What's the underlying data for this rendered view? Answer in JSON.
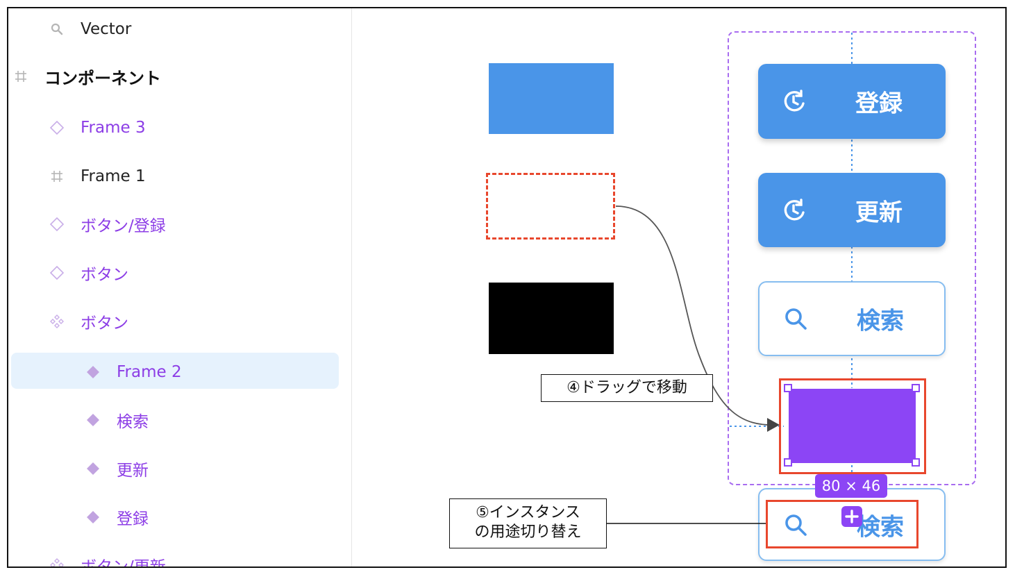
{
  "layers": {
    "items": [
      {
        "label": "Vector",
        "icon": "search-icon"
      },
      {
        "label": "コンポーネント",
        "icon": "frame-grid-icon"
      },
      {
        "label": "Frame 3",
        "icon": "component-outline-icon"
      },
      {
        "label": "Frame 1",
        "icon": "frame-grid-icon"
      },
      {
        "label": "ボタン/登録",
        "icon": "component-outline-icon"
      },
      {
        "label": "ボタン",
        "icon": "component-outline-icon"
      },
      {
        "label": "ボタン",
        "icon": "component-set-icon"
      },
      {
        "label": "Frame 2",
        "icon": "component-filled-icon"
      },
      {
        "label": "検索",
        "icon": "component-filled-icon"
      },
      {
        "label": "更新",
        "icon": "component-filled-icon"
      },
      {
        "label": "登録",
        "icon": "component-filled-icon"
      },
      {
        "label": "ボタン/更新",
        "icon": "component-set-icon"
      }
    ],
    "selected_index": 7
  },
  "canvas": {
    "buttons": [
      {
        "label": "登録",
        "icon": "refresh-clock-icon",
        "style": "filled"
      },
      {
        "label": "更新",
        "icon": "refresh-clock-icon",
        "style": "filled"
      },
      {
        "label": "検索",
        "icon": "search-icon",
        "style": "outline"
      },
      {
        "label": "検索",
        "icon": "search-icon",
        "style": "outline"
      }
    ],
    "size_badge": "80 × 46",
    "annotations": {
      "drag": "④ドラッグで移動",
      "swap_line1": "⑤インスタンス",
      "swap_line2": "の用途切り替え"
    }
  },
  "colors": {
    "accent_purple": "#8c45f5",
    "button_blue": "#4a95e8",
    "annotation_red": "#e8472d",
    "guide_blue": "#4a95e8"
  }
}
